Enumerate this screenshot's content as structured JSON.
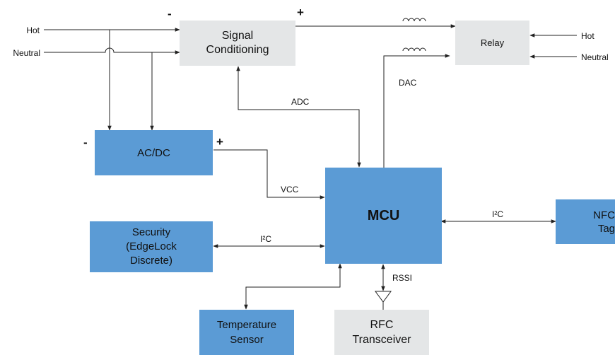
{
  "blocks": {
    "signal_conditioning": "Signal\nConditioning",
    "relay": "Relay",
    "acdc": "AC/DC",
    "mcu": "MCU",
    "nfc_tag": "NFC\nTag",
    "security": "Security\n(EdgeLock\nDiscrete)",
    "temperature_sensor": "Temperature\nSensor",
    "rfc_transceiver": "RFC\nTransceiver"
  },
  "inputs": {
    "hot_left": "Hot",
    "neutral_left": "Neutral",
    "hot_right": "Hot",
    "neutral_right": "Neutral"
  },
  "signals": {
    "adc": "ADC",
    "dac": "DAC",
    "vcc": "VCC",
    "i2c_nfc": "I²C",
    "i2c_security": "I²C",
    "rssi": "RSSI"
  },
  "polarity": {
    "sc_minus": "-",
    "sc_plus": "+",
    "acdc_minus": "-",
    "acdc_plus": "+"
  },
  "colors": {
    "block_blue": "#5b9bd5",
    "block_grey": "#e4e6e7",
    "line": "#222222"
  }
}
